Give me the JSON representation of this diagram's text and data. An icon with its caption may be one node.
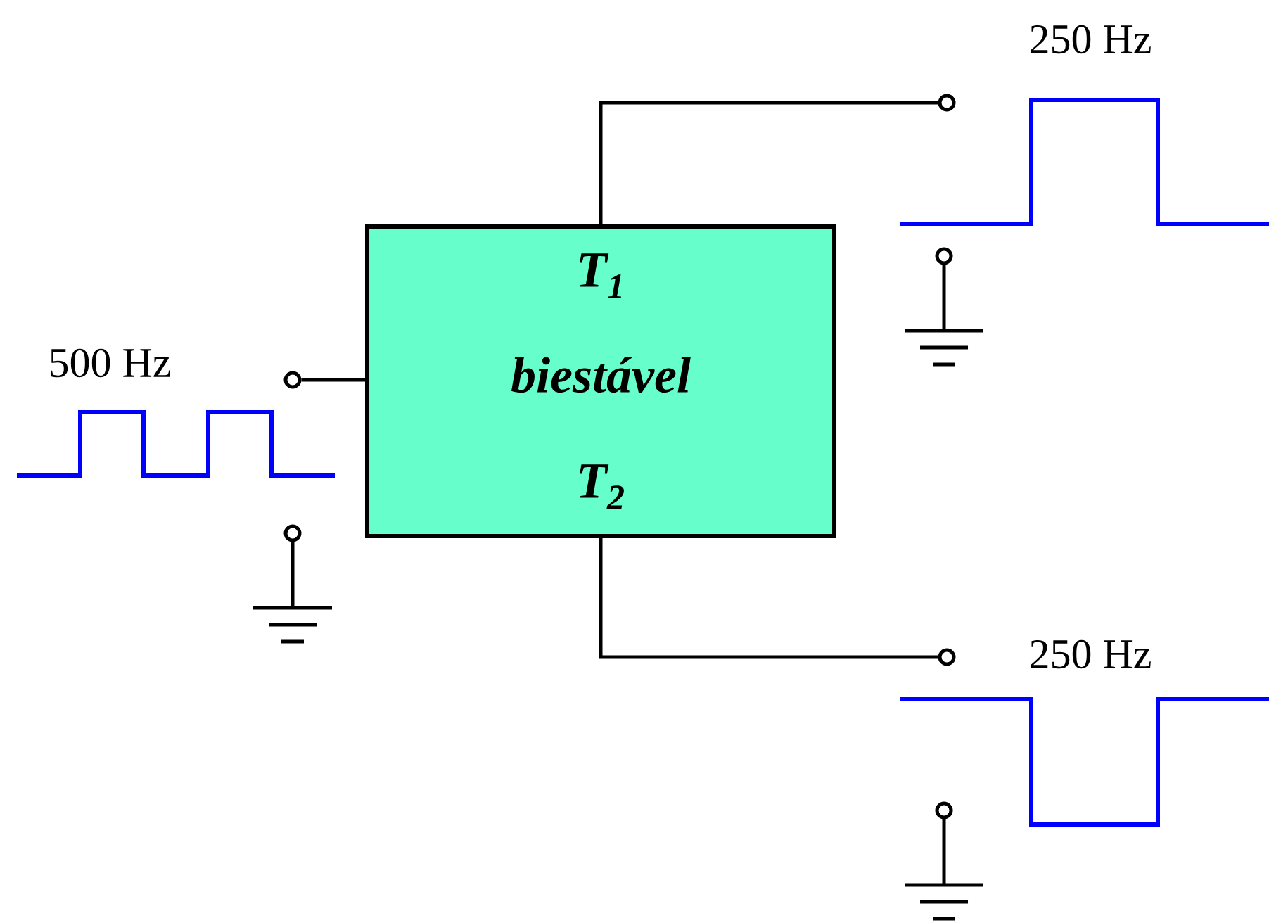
{
  "diagram": {
    "nodes": [
      {
        "text": [
          "T$_{1}$",
          "biestável",
          "T$_{2}$"
        ]
      },
      {
        "text": [],
        "shape": "circle"
      },
      {
        "text": [],
        "shape": "circle"
      },
      {
        "text": [],
        "shape": "circle"
      }
    ],
    "edges": [
      {
        "from": 1,
        "to": 0,
        "arrow": "none"
      },
      {
        "from": 0,
        "to": 2,
        "arrow": "none"
      },
      {
        "from": 0,
        "to": 3,
        "arrow": "none"
      }
    ],
    "labels": [
      "250 Hz",
      "500 Hz",
      "250 Hz"
    ]
  }
}
